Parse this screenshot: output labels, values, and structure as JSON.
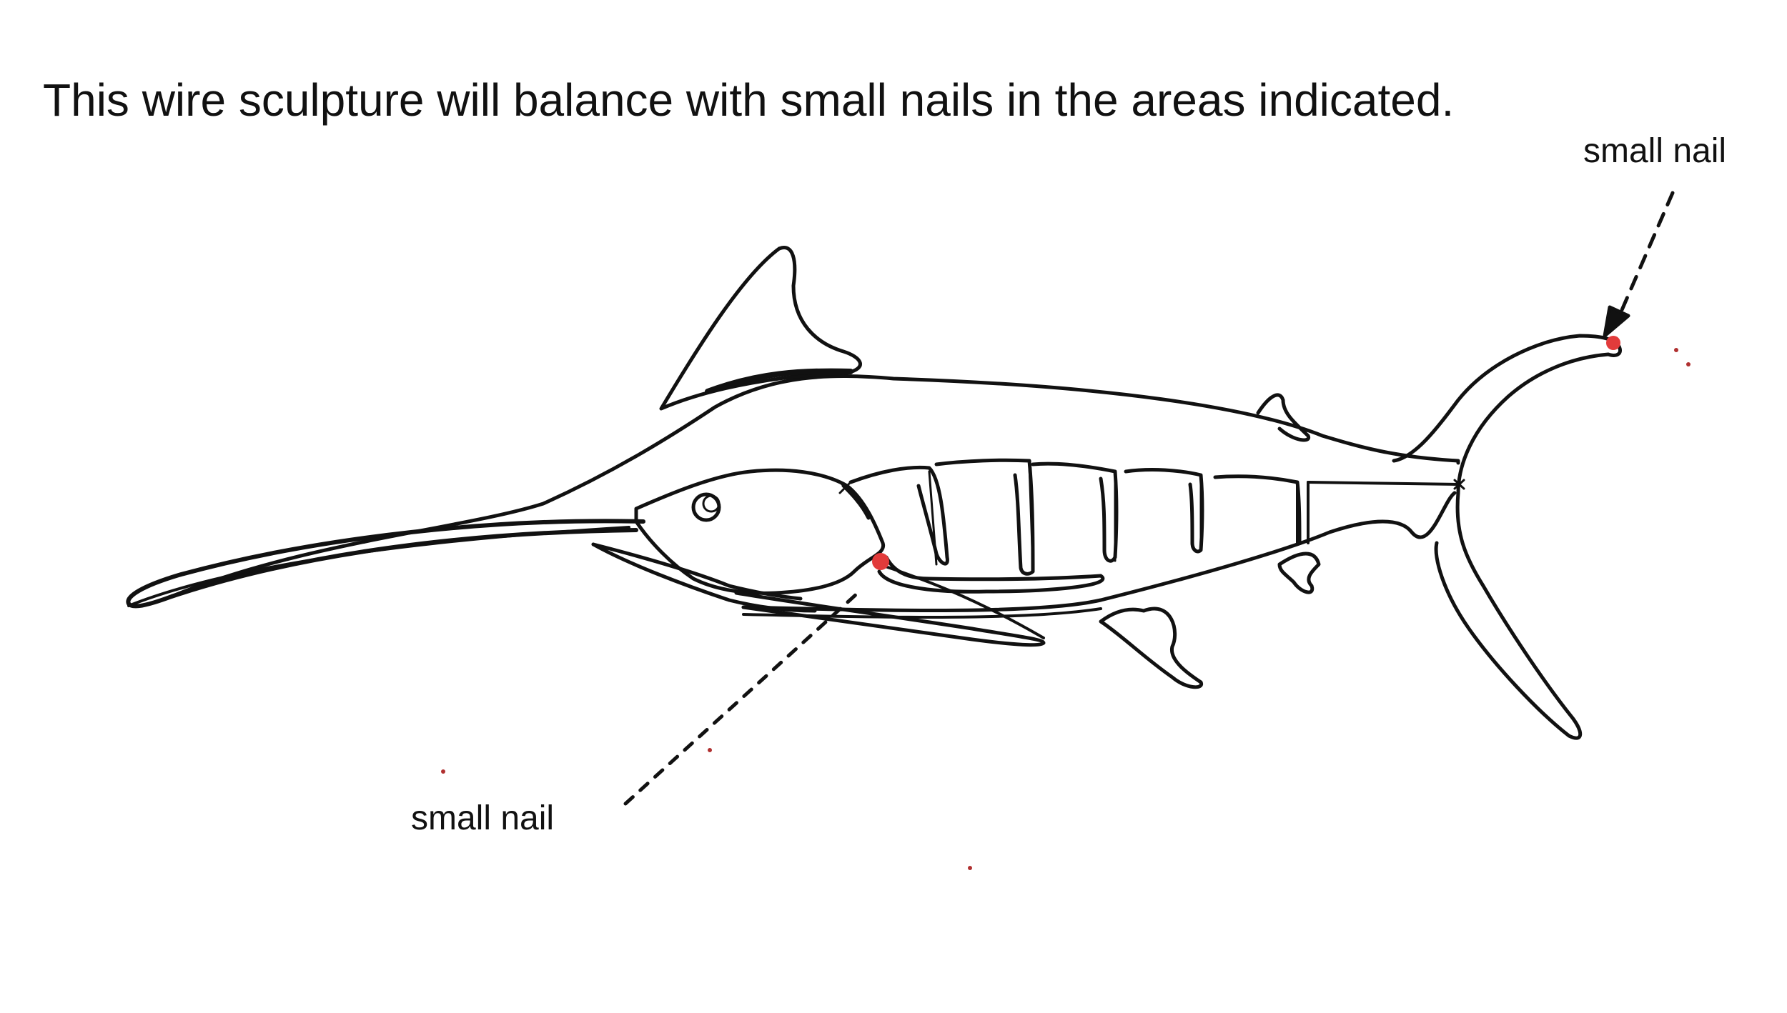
{
  "heading": "This wire sculpture will balance with small nails in the areas indicated.",
  "callouts": {
    "tail_nail_label": "small nail",
    "head_nail_label": "small nail"
  },
  "colors": {
    "wire": "#111111",
    "nail": "#e23b3b",
    "background": "#ffffff"
  }
}
